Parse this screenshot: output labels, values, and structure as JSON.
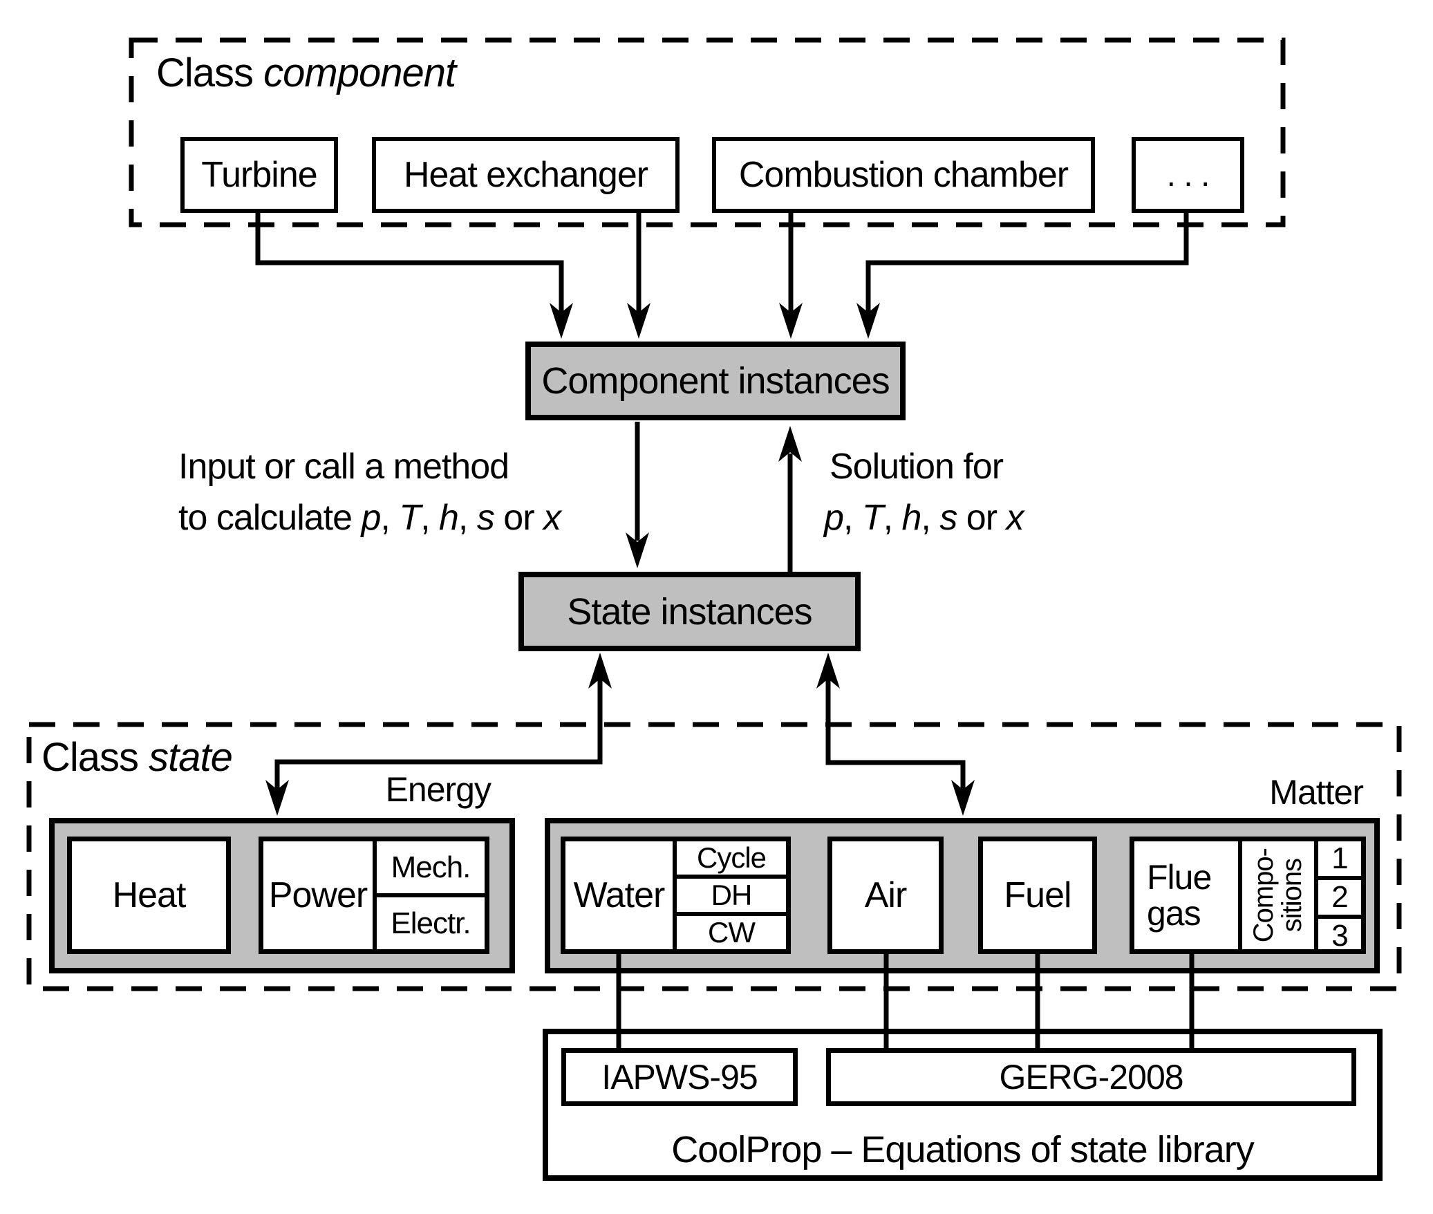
{
  "colors": {
    "gray": "#bfbfbf",
    "line": "#000000",
    "background": "#ffffff"
  },
  "class_component": {
    "label": [
      {
        "t": "Class "
      },
      {
        "t": "component",
        "i": true
      }
    ],
    "boxes": {
      "turbine": "Turbine",
      "heat_exchanger": "Heat exchanger",
      "combustion_chamber": "Combustion chamber",
      "more": ". . ."
    }
  },
  "instances": {
    "component": "Component instances",
    "state": "State instances"
  },
  "annotations": {
    "input": {
      "line1": [
        {
          "t": "Input or call a method"
        }
      ],
      "line2": [
        {
          "t": "to calculate "
        },
        {
          "t": "p",
          "i": true
        },
        {
          "t": ", "
        },
        {
          "t": "T",
          "i": true
        },
        {
          "t": ", "
        },
        {
          "t": "h",
          "i": true
        },
        {
          "t": ", "
        },
        {
          "t": "s",
          "i": true
        },
        {
          "t": " or "
        },
        {
          "t": "x",
          "i": true
        }
      ]
    },
    "solution": {
      "line1": [
        {
          "t": "Solution for"
        }
      ],
      "line2": [
        {
          "t": "p",
          "i": true
        },
        {
          "t": ", "
        },
        {
          "t": "T",
          "i": true
        },
        {
          "t": ", "
        },
        {
          "t": "h",
          "i": true
        },
        {
          "t": ", "
        },
        {
          "t": "s",
          "i": true
        },
        {
          "t": " or "
        },
        {
          "t": "x",
          "i": true
        }
      ]
    }
  },
  "class_state": {
    "label": [
      {
        "t": "Class "
      },
      {
        "t": "state",
        "i": true
      }
    ],
    "energy": {
      "label": "Energy",
      "heat": "Heat",
      "power": "Power",
      "mech": "Mech.",
      "electr": "Electr."
    },
    "matter": {
      "label": "Matter",
      "water": "Water",
      "water_tags": [
        "Cycle",
        "DH",
        "CW"
      ],
      "air": "Air",
      "fuel": "Fuel",
      "flue_gas": [
        "Flue",
        "gas"
      ],
      "compositions": [
        "Compo-",
        "sitions"
      ],
      "composition_items": [
        "1",
        "2",
        "3"
      ]
    }
  },
  "library": {
    "iapws": "IAPWS-95",
    "gerg": "GERG-2008",
    "caption": "CoolProp – Equations of state library"
  }
}
